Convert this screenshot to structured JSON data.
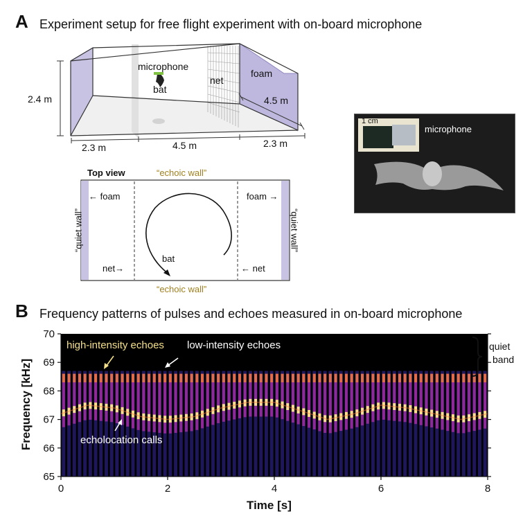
{
  "panel_a": {
    "letter": "A",
    "title": "Experiment setup for free flight experiment with on-board microphone",
    "room": {
      "label_microphone": "microphone",
      "label_bat": "bat",
      "label_net": "net",
      "label_foam": "foam",
      "dim_height": "2.4 m",
      "dim_depth": "4.5 m",
      "dim_left": "2.3 m",
      "dim_middle": "4.5 m",
      "dim_right": "2.3 m"
    },
    "top_view": {
      "title": "Top view",
      "echoic_top": "“echoic wall”",
      "echoic_bottom": "“echoic wall”",
      "quiet_left": "“quiet wall”",
      "quiet_right": "“quiet wall”",
      "foam_left": "← foam",
      "foam_right": "foam →",
      "net_left": "net→",
      "net_right": "← net",
      "bat": "bat"
    },
    "photo": {
      "scale": "1 cm",
      "label": "microphone"
    }
  },
  "panel_b": {
    "letter": "B",
    "title": "Frequency patterns of pulses and echoes measured in on-board microphone",
    "annotations": {
      "high_intensity": "high-intensity echoes",
      "low_intensity": "low-intensity echoes",
      "calls": "echolocation calls",
      "quiet_band_1": "quiet",
      "quiet_band_2": "band"
    },
    "colors": {
      "background": "#000000",
      "low": "#2a1f7a",
      "mid": "#9b2a9e",
      "high": "#f07a3a",
      "peak": "#ffe08a"
    }
  },
  "chart_data": {
    "type": "heatmap",
    "xlabel": "Time [s]",
    "ylabel": "Frequency [kHz]",
    "xlim": [
      0,
      8
    ],
    "ylim": [
      65,
      70
    ],
    "xticks": [
      0,
      2,
      4,
      6,
      8
    ],
    "yticks": [
      65,
      66,
      67,
      68,
      69,
      70
    ],
    "series": [
      {
        "x": [
          0,
          0.5,
          1,
          1.5,
          2,
          2.5,
          3,
          3.5,
          4,
          4.5,
          5,
          5.5,
          6,
          6.5,
          7,
          7.5,
          8
        ],
        "y": [
          67.2,
          67.5,
          67.4,
          67.1,
          67.0,
          67.1,
          67.4,
          67.6,
          67.6,
          67.3,
          67.0,
          67.2,
          67.5,
          67.4,
          67.2,
          67.0,
          67.2
        ]
      }
    ]
  }
}
